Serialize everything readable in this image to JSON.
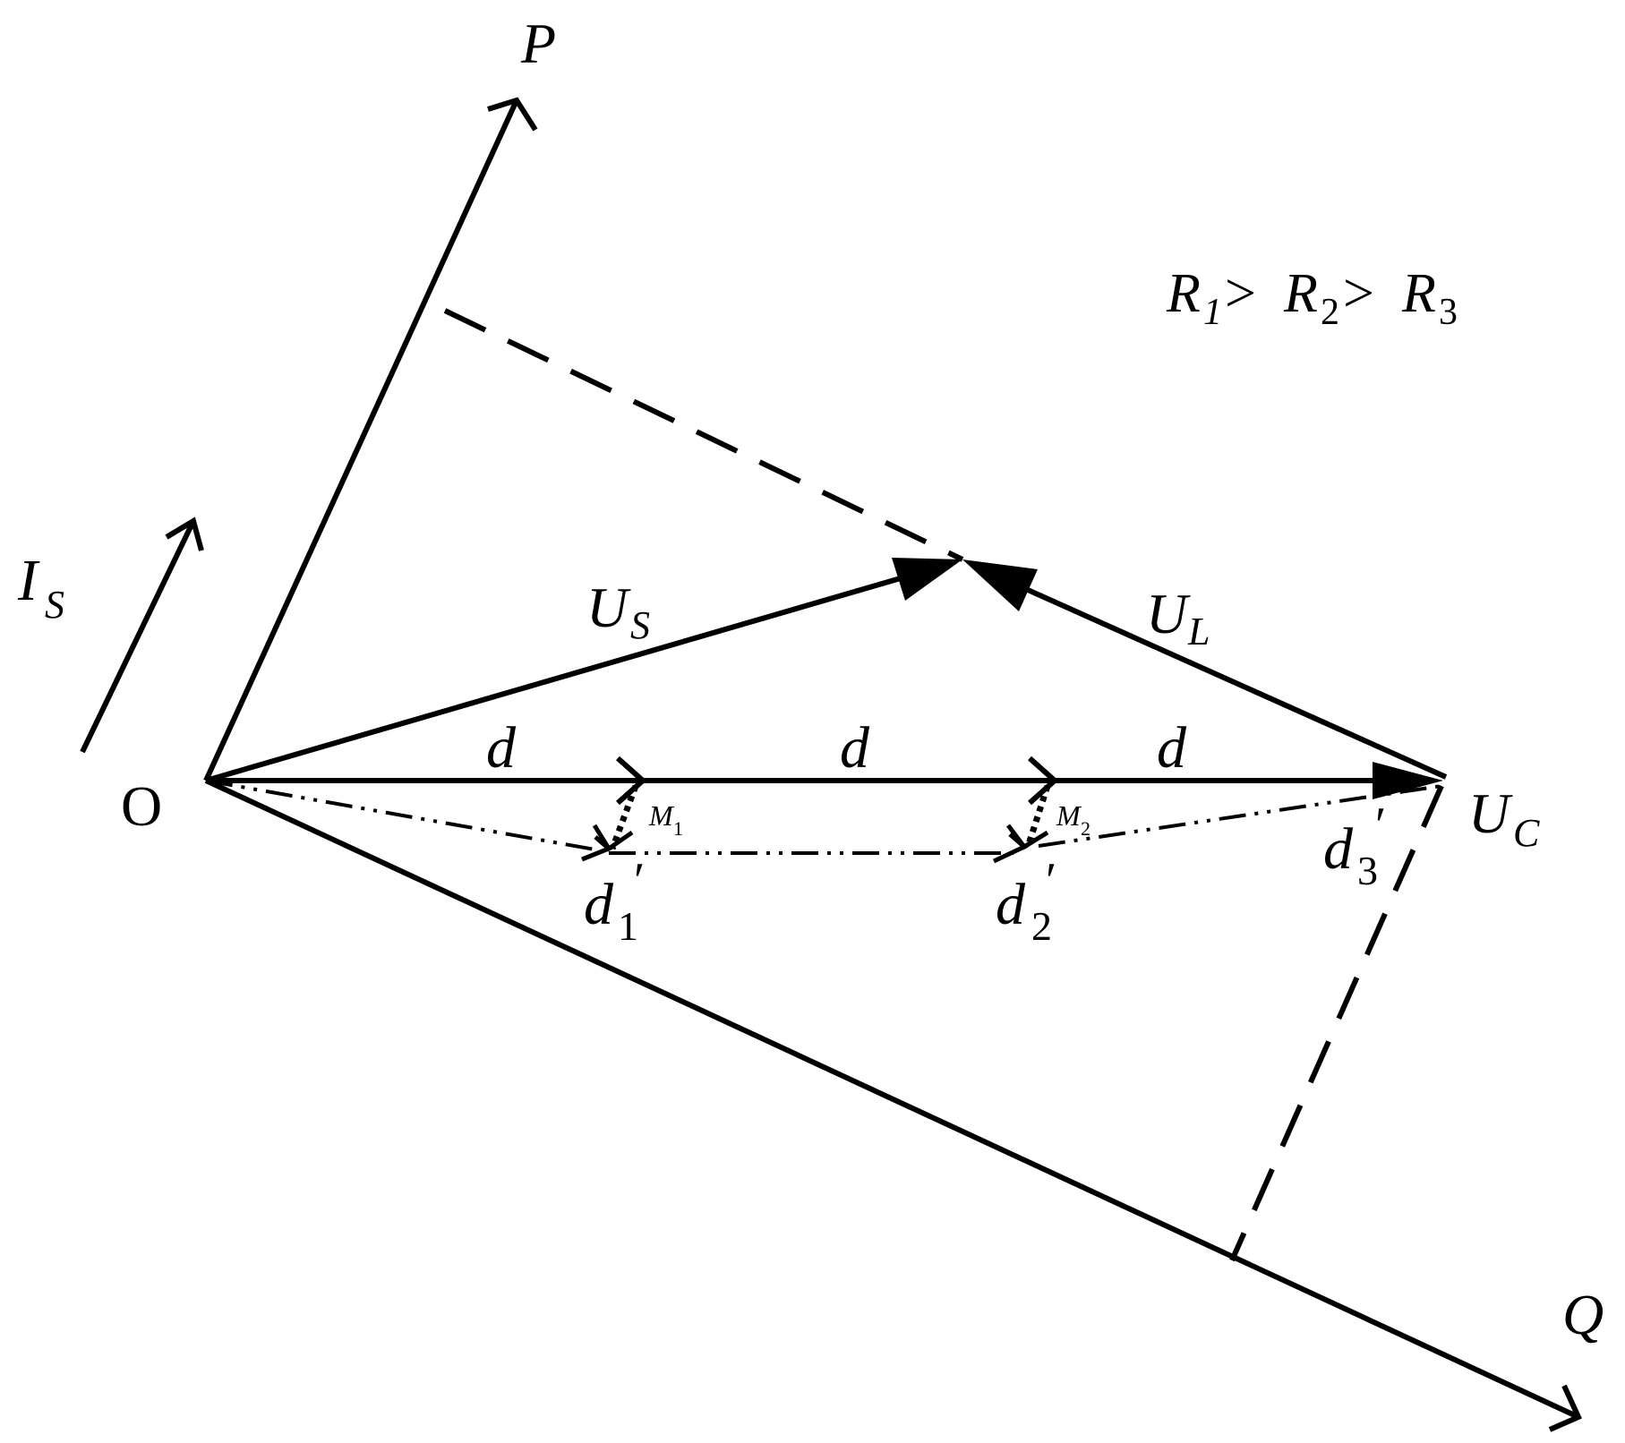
{
  "labels": {
    "p_axis": "P",
    "q_axis": "Q",
    "origin": "O",
    "is_main": "I",
    "is_sub": "S",
    "us_main": "U",
    "us_sub": "S",
    "ul_main": "U",
    "ul_sub": "L",
    "uc_main": "U",
    "uc_sub": "C",
    "seg_d": "d",
    "m1_main": "M",
    "m1_sub": "1",
    "m2_main": "M",
    "m2_sub": "2",
    "d1_main": "d",
    "d1_sub": "1",
    "d2_main": "d",
    "d2_sub": "2",
    "d3_main": "d",
    "d3_sub": "3",
    "prime": "′",
    "relation": {
      "r": "R",
      "s1": "1",
      "s2": "2",
      "s3": "3",
      "gt": ">"
    }
  },
  "colors": {
    "stroke": "#000000",
    "background": "#ffffff"
  }
}
